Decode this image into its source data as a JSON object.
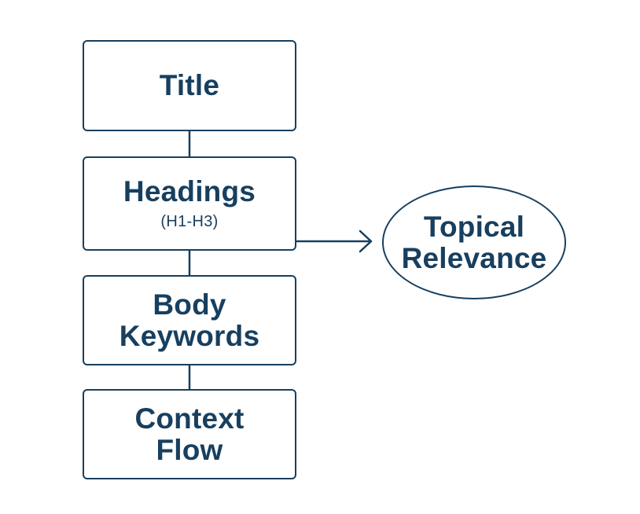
{
  "nodes": {
    "title": {
      "label": "Title"
    },
    "headings": {
      "label": "Headings",
      "sub": "(H1-H3)"
    },
    "body_keywords": {
      "line1": "Body",
      "line2": "Keywords"
    },
    "context_flow": {
      "line1": "Context",
      "line2": "Flow"
    },
    "topical_relevance": {
      "line1": "Topical",
      "line2": "Relevance"
    }
  },
  "colors": {
    "stroke": "#173f5f",
    "text": "#173f5f",
    "background": "#ffffff"
  }
}
